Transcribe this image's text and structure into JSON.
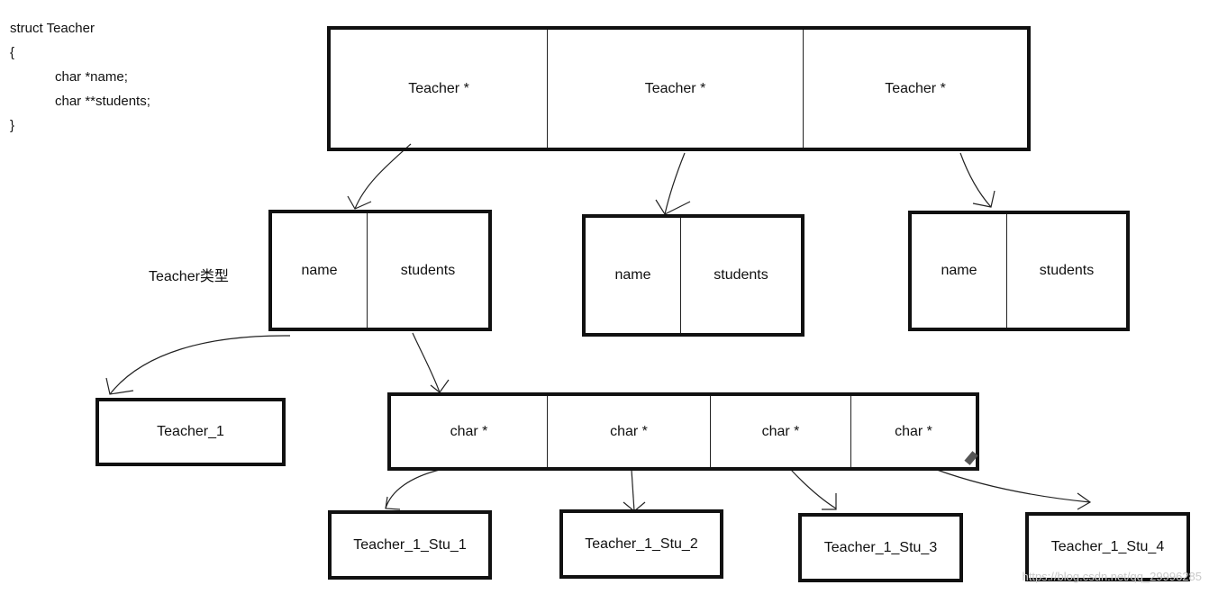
{
  "code": {
    "line1": "struct Teacher",
    "line2": "{",
    "line3": "char *name;",
    "line4": "char **students;",
    "line5": "}"
  },
  "top_array": {
    "cells": [
      "Teacher *",
      "Teacher *",
      "Teacher *"
    ]
  },
  "teacher_label": "Teacher类型",
  "structs": [
    {
      "name": "name",
      "students": "students"
    },
    {
      "name": "name",
      "students": "students"
    },
    {
      "name": "name",
      "students": "students"
    }
  ],
  "teacher_name_box": "Teacher_1",
  "students_array": {
    "cells": [
      "char *",
      "char *",
      "char *",
      "char *"
    ]
  },
  "student_boxes": [
    "Teacher_1_Stu_1",
    "Teacher_1_Stu_2",
    "Teacher_1_Stu_3",
    "Teacher_1_Stu_4"
  ],
  "watermark": "https://blog.csdn.net/qq_29996285"
}
